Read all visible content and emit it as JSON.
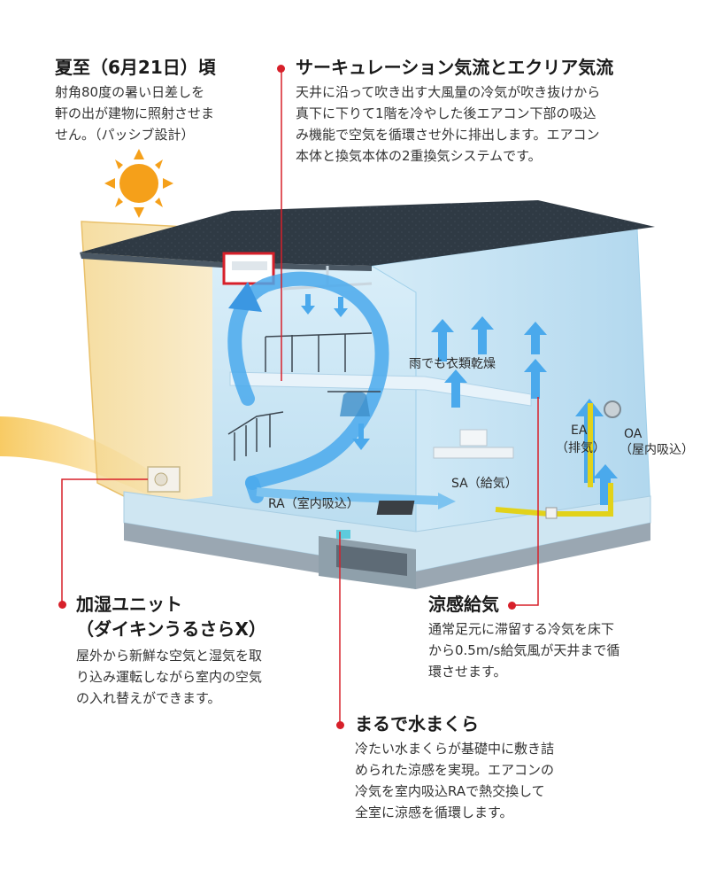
{
  "summer": {
    "title": "夏至（6月21日）頃",
    "lines": [
      "射角80度の暑い日差しを",
      "軒の出が建物に照射させま",
      "せん。（パッシブ設計）"
    ]
  },
  "circulation": {
    "title": "サーキュレーション気流とエクリア気流",
    "lines": [
      "天井に沿って吹き出す大風量の冷気が吹き抜けから",
      "真下に下りて1階を冷やした後エアコン下部の吸込",
      "み機能で空気を循環させ外に排出します。エアコン",
      "本体と換気本体の2重換気システムです。"
    ]
  },
  "humidifier": {
    "title_line1": "加湿ユニット",
    "title_line2": "（ダイキンうるさらX）",
    "lines": [
      "屋外から新鮮な空気と湿気を取",
      "り込み運転しながら室内の空気",
      "の入れ替えができます。"
    ]
  },
  "cool_supply": {
    "title": "涼感給気",
    "lines": [
      "通常足元に滞留する冷気を床下",
      "から0.5m/s給気風が天井まで循",
      "環させます。"
    ]
  },
  "water_pillow": {
    "title": "まるで水まくら",
    "lines": [
      "冷たい水まくらが基礎中に敷き詰",
      "められた涼感を実現。エアコンの",
      "冷気を室内吸込RAで熱交換して",
      "全室に涼感を循環します。"
    ]
  },
  "diagram_labels": {
    "laundry": "雨でも衣類乾燥",
    "ra": "RA（室内吸込）",
    "sa": "SA（給気）",
    "ea_code": "EA",
    "ea_desc": "（排気）",
    "oa_code": "OA",
    "oa_desc": "（屋内吸込）"
  },
  "colors": {
    "callout_red": "#d7202a",
    "air_blue": "#5fb4ea",
    "sun_orange": "#f5a01a",
    "roof": "#2f3a44",
    "duct_yellow": "#e2d21a"
  }
}
